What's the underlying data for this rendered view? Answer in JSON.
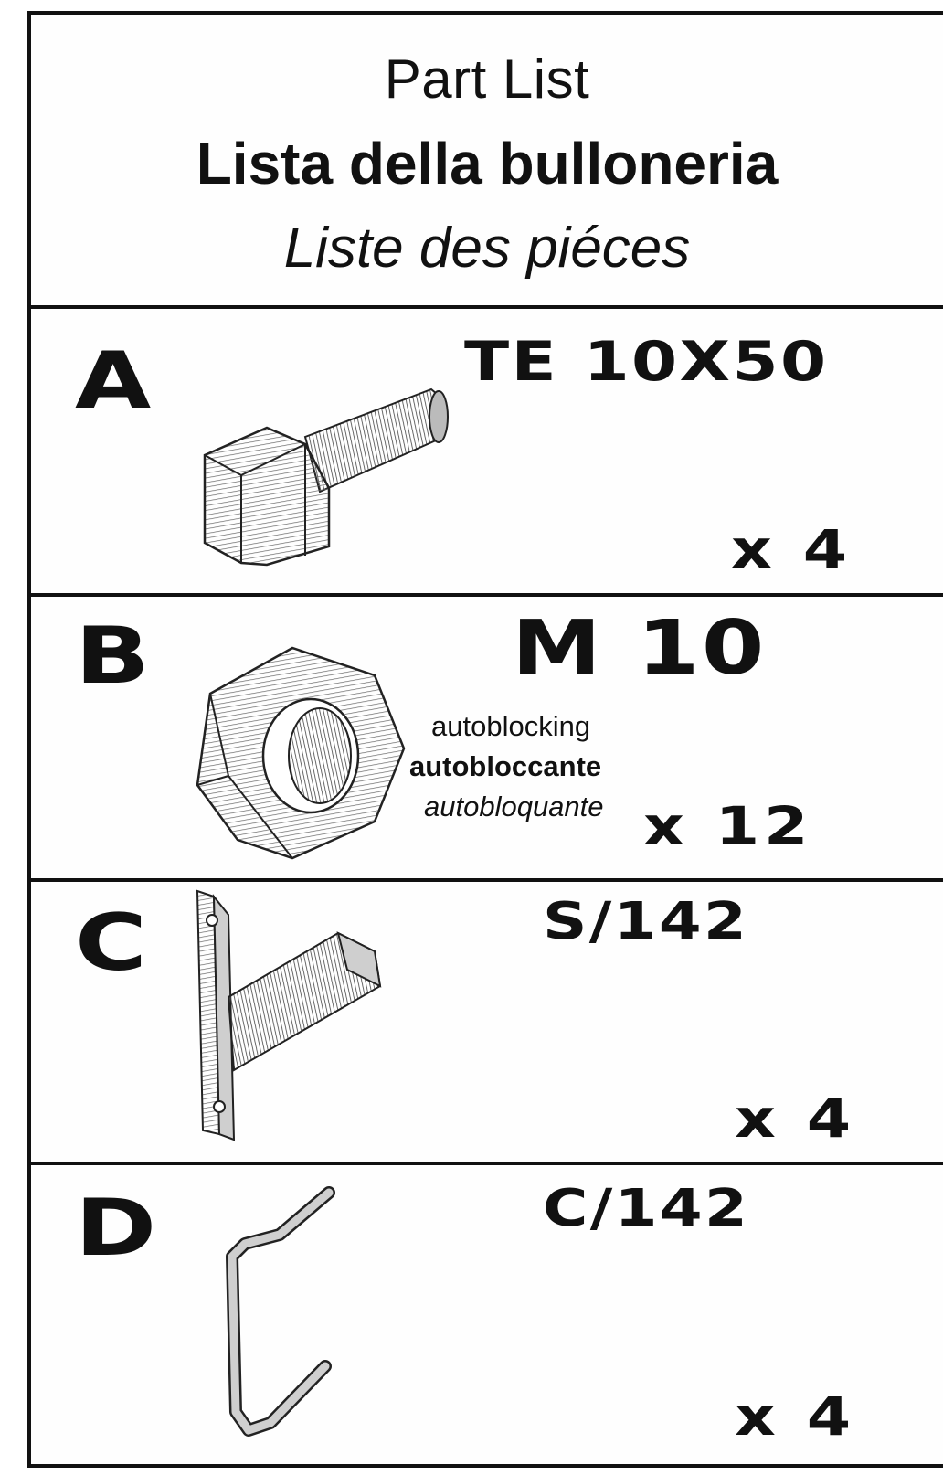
{
  "header": {
    "title_en": "Part List",
    "title_it": "Lista della bulloneria",
    "title_fr": "Liste des piéces"
  },
  "parts": [
    {
      "letter": "A",
      "code": "TE 10X50",
      "quantity": "x 4",
      "icon": "hex-bolt-icon"
    },
    {
      "letter": "B",
      "code": "M 10",
      "quantity": "x 12",
      "icon": "hex-nut-icon",
      "notes": [
        "autoblocking",
        "autobloccante",
        "autobloquante"
      ]
    },
    {
      "letter": "C",
      "code": "S/142",
      "quantity": "x 4",
      "icon": "l-bracket-icon"
    },
    {
      "letter": "D",
      "code": "C/142",
      "quantity": "x 4",
      "icon": "u-clip-icon"
    }
  ]
}
